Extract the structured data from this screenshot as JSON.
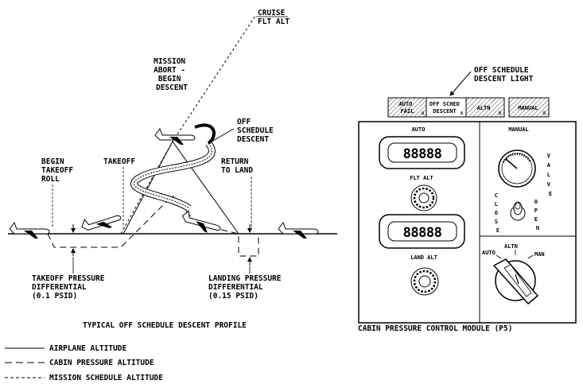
{
  "profile": {
    "labels": {
      "cruise": [
        "CRUISE",
        "FLT ALT"
      ],
      "mission_abort": [
        "MISSION",
        "ABORT -",
        "BEGIN",
        "DESCENT"
      ],
      "off_schedule": [
        "OFF",
        "SCHEDULE",
        "DESCENT"
      ],
      "begin_takeoff": [
        "BEGIN",
        "TAKEOFF",
        "ROLL"
      ],
      "takeoff": "TAKEOFF",
      "return_to_land": [
        "RETURN",
        "TO LAND"
      ],
      "takeoff_pressure": [
        "TAKEOFF PRESSURE",
        "DIFFERENTIAL",
        "(0.1 PSID)"
      ],
      "landing_pressure": [
        "LANDING PRESSURE",
        "DIFFERENTIAL",
        "(0.15 PSID)"
      ]
    },
    "caption": "TYPICAL OFF SCHEDULE DESCENT PROFILE"
  },
  "legend": [
    {
      "style": "solid",
      "label": "AIRPLANE ALTITUDE"
    },
    {
      "style": "long-dash",
      "label": "CABIN PRESSURE ALTITUDE"
    },
    {
      "style": "short-dash",
      "label": "MISSION SCHEDULE ALTITUDE"
    }
  ],
  "module": {
    "callout": [
      "OFF SCHEDULE",
      "DESCENT LIGHT"
    ],
    "lights": [
      {
        "label": [
          "AUTO",
          "FAIL"
        ],
        "sub": "A"
      },
      {
        "label": [
          "OFF SCHED",
          "DESCENT"
        ],
        "sub": "A"
      },
      {
        "label": [
          "ALTN"
        ],
        "sub": "B"
      },
      {
        "label": [
          "MANUAL"
        ],
        "sub": "B"
      }
    ],
    "auto_header": "AUTO",
    "manual_header": "MANUAL",
    "display_value": "88888",
    "flt_alt_label": "FLT ALT",
    "land_alt_label": "LAND ALT",
    "valve_label": [
      "V",
      "A",
      "L",
      "V",
      "E"
    ],
    "close_label": [
      "C",
      "L",
      "O",
      "S",
      "E"
    ],
    "open_label": [
      "O",
      "P",
      "E",
      "N"
    ],
    "mode_positions": [
      "AUTO",
      "ALTN",
      "MAN"
    ],
    "caption": "CABIN PRESSURE CONTROL MODULE (P5)"
  }
}
